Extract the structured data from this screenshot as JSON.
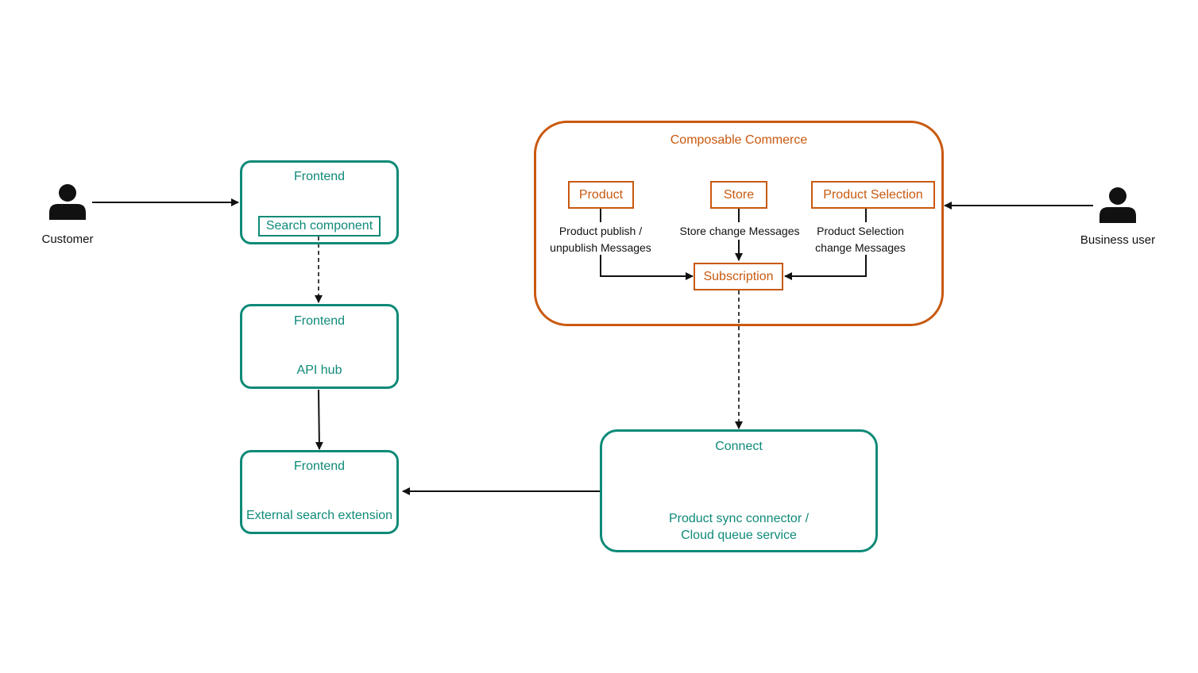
{
  "actors": {
    "customer": "Customer",
    "business_user": "Business user"
  },
  "frontend_search": {
    "title": "Frontend",
    "component": "Search component"
  },
  "frontend_api": {
    "title": "Frontend",
    "subtitle": "API hub"
  },
  "frontend_external": {
    "title": "Frontend",
    "subtitle": "External search extension"
  },
  "composable": {
    "title": "Composable Commerce",
    "product": "Product",
    "store": "Store",
    "product_selection": "Product Selection",
    "subscription": "Subscription",
    "msg_product_1": "Product publish /",
    "msg_product_2": "unpublish Messages",
    "msg_store": "Store change Messages",
    "msg_selection_1": "Product Selection",
    "msg_selection_2": "change Messages"
  },
  "connect": {
    "title": "Connect",
    "subtitle_1": "Product sync connector /",
    "subtitle_2": "Cloud queue service"
  },
  "colors": {
    "teal": "#0e8a78",
    "orange": "#c9590f",
    "arrow": "#111111"
  }
}
